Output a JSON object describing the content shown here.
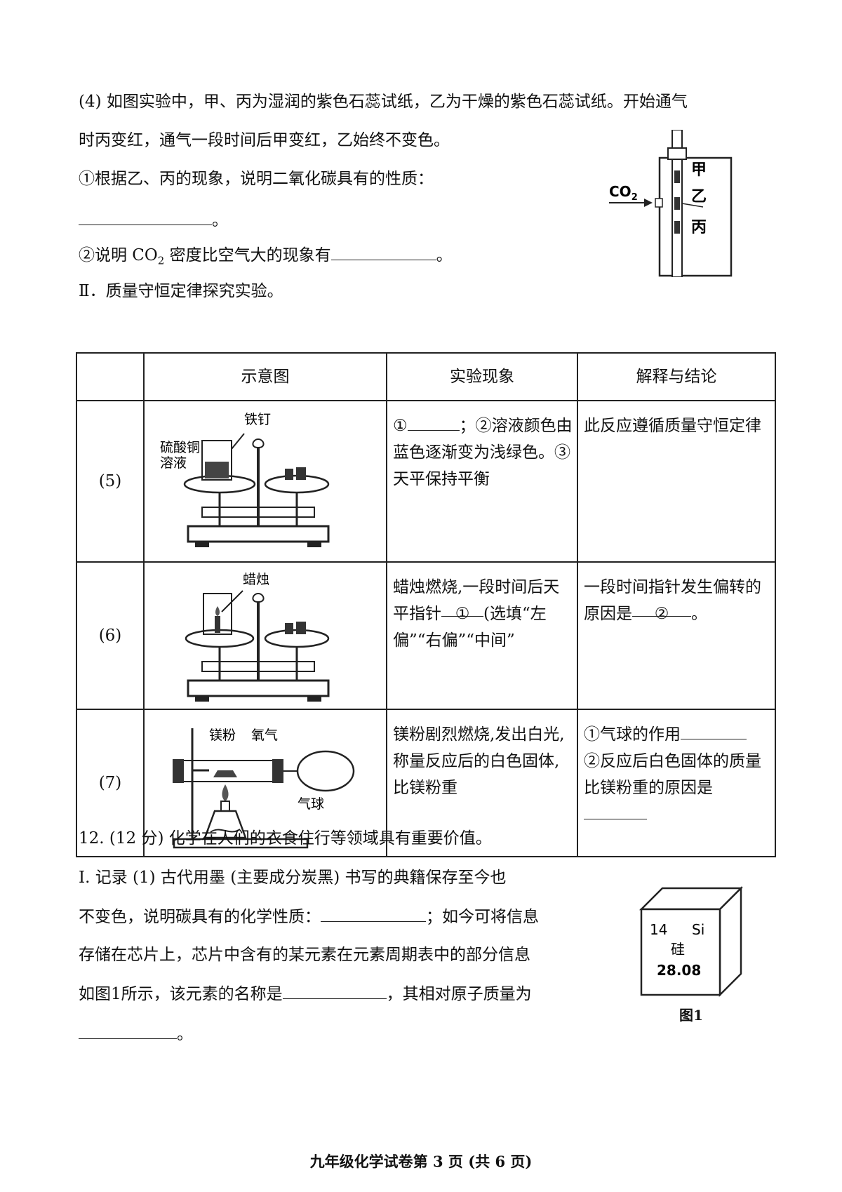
{
  "q4": {
    "intro_line1": "(4) 如图实验中，甲、丙为湿润的紫色石蕊试纸，乙为干燥的紫色石蕊试纸。开始通气",
    "intro_line2": "时丙变红，通气一段时间后甲变红，乙始终不变色。",
    "sub1": "①根据乙、丙的现象，说明二氧化碳具有的性质：",
    "sub1_end": "。",
    "sub2_pre": "②说明 CO",
    "sub2_sub": "2",
    "sub2_post": " 密度比空气大的现象有",
    "sub2_end": "。",
    "figure": {
      "gas": "CO",
      "gas_sub": "2",
      "label_a": "甲",
      "label_b": "乙",
      "label_c": "丙"
    }
  },
  "section2_title": "Ⅱ．质量守恒定律探究实验。",
  "table": {
    "headers": [
      "",
      "示意图",
      "实验现象",
      "解释与结论"
    ],
    "rows": [
      {
        "num": "(5)",
        "fig_labels": [
          "铁钉",
          "硫酸铜",
          "溶液"
        ],
        "phenomenon_a": "①",
        "phenomenon_b": "；②溶液颜色由蓝色逐渐变为浅绿色。③天平保持平衡",
        "conclusion": "此反应遵循质量守恒定律"
      },
      {
        "num": "(6)",
        "fig_labels": [
          "蜡烛"
        ],
        "phenomenon_a": "蜡烛燃烧,一段时间后天平指针",
        "phenomenon_blank": "①",
        "phenomenon_b": "(选填“左偏”“右偏”“中间”",
        "conclusion_a": "一段时间指针发生偏转的原因是",
        "conclusion_blank": "②",
        "conclusion_b": "。"
      },
      {
        "num": "(7)",
        "fig_labels": [
          "镁粉",
          "氧气",
          "气球"
        ],
        "phenomenon": "镁粉剧烈燃烧,发出白光,称量反应后的白色固体,比镁粉重",
        "conclusion_a": "①气球的作用",
        "conclusion_b": "②反应后白色固体的质量比镁粉重的原因是"
      }
    ]
  },
  "q12": {
    "title": "12. (12 分) 化学在人们的衣食住行等领域具有重要价值。",
    "line1": "Ⅰ. 记录 (1) 古代用墨 (主要成分炭黑) 书写的典籍保存至今也",
    "line2_a": "不变色，说明碳具有的化学性质：",
    "line2_b": "；如今可将信息",
    "line3": "存储在芯片上，芯片中含有的某元素在元素周期表中的部分信息",
    "line4_a": "如图1所示，该元素的名称是",
    "line4_b": "，其相对原子质量为",
    "line5_end": "。",
    "element": {
      "number": "14",
      "symbol": "Si",
      "name": "硅",
      "mass": "28.08"
    },
    "figure_caption": "图1"
  },
  "footer": "九年级化学试卷第 3 页 (共 6 页)"
}
